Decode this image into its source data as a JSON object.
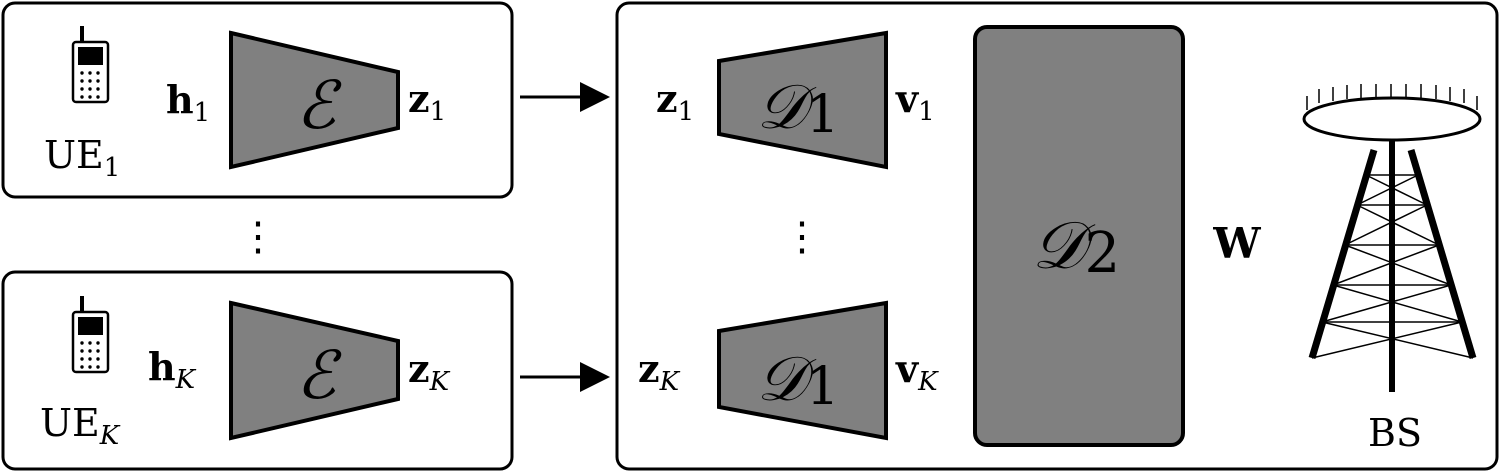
{
  "ue_top": {
    "ue_label": "UE",
    "ue_sub": "1",
    "input_label": "h",
    "input_sub": "1",
    "encoder_symbol": "ℰ",
    "output_label": "z",
    "output_sub": "1"
  },
  "ue_bottom": {
    "ue_label": "UE",
    "ue_sub": "K",
    "input_label": "h",
    "input_sub": "K",
    "encoder_symbol": "ℰ",
    "output_label": "z",
    "output_sub": "K"
  },
  "ellipsis": "⋮",
  "bs_side": {
    "dec1_top": {
      "input_label": "z",
      "input_sub": "1",
      "symbol": "𝒟",
      "symbol_sub": "1",
      "output_label": "v",
      "output_sub": "1"
    },
    "dec1_bottom": {
      "input_label": "z",
      "input_sub": "K",
      "symbol": "𝒟",
      "symbol_sub": "1",
      "output_label": "v",
      "output_sub": "K"
    },
    "dec2": {
      "symbol": "𝒟",
      "symbol_sub": "2"
    },
    "output_label": "W",
    "bs_label": "BS"
  },
  "colors": {
    "block_fill": "#808080",
    "stroke": "#000000",
    "background": "#ffffff"
  }
}
